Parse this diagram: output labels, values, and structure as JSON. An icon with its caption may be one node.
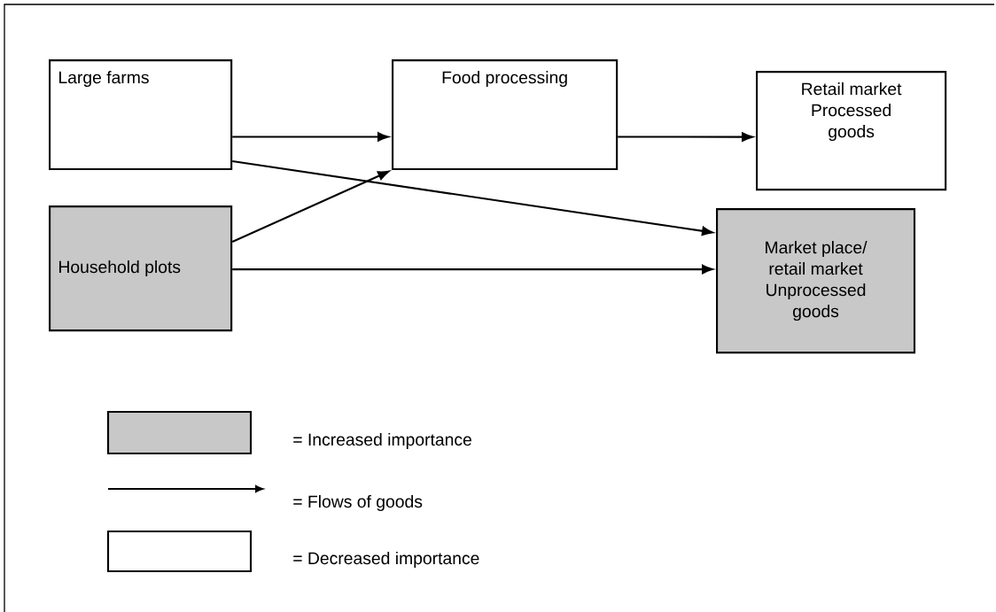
{
  "diagram": {
    "nodes": [
      {
        "text": [
          "Large farms"
        ]
      },
      {
        "text": [
          "Food processing"
        ]
      },
      {
        "text": [
          "Retail market Processed goods"
        ]
      },
      {
        "text": [
          "Household plots"
        ]
      },
      {
        "text": [
          "Market place/ retail market Unprocessed goods"
        ]
      }
    ],
    "edges": [
      {
        "from": 0,
        "to": 1,
        "arrow": "to"
      },
      {
        "from": 1,
        "to": 2,
        "arrow": "to"
      },
      {
        "from": 0,
        "to": 4,
        "arrow": "to"
      },
      {
        "from": 3,
        "to": 1,
        "arrow": "to"
      },
      {
        "from": 3,
        "to": 4,
        "arrow": "to"
      }
    ],
    "legend": [
      {
        "text": "= Increased importance",
        "color": "#c8c8c8"
      },
      {
        "text": "= Flows of goods"
      },
      {
        "text": "= Decreased importance"
      }
    ]
  }
}
